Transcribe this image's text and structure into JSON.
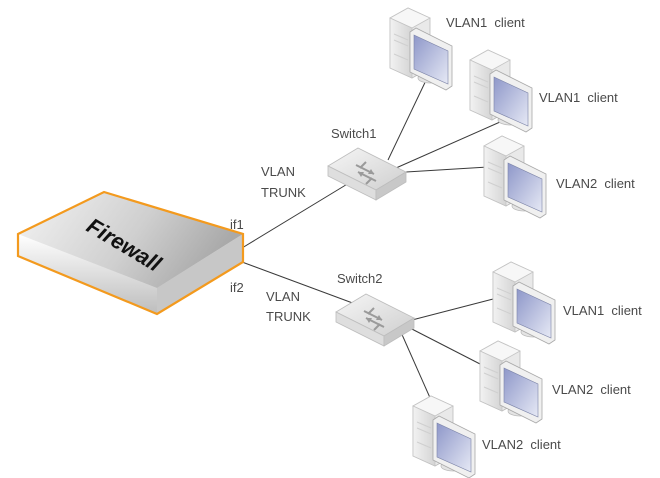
{
  "diagram": {
    "firewall": {
      "label": "Firewall",
      "accent_color": "#f39a1e",
      "interfaces": [
        "if1",
        "if2"
      ]
    },
    "trunks": [
      {
        "line1": "VLAN",
        "line2": "TRUNK",
        "interface": "if1",
        "switch": "Switch1"
      },
      {
        "line1": "VLAN",
        "line2": "TRUNK",
        "interface": "if2",
        "switch": "Switch2"
      }
    ],
    "switches": [
      {
        "label": "Switch1",
        "icon": "switch-icon"
      },
      {
        "label": "Switch2",
        "icon": "switch-icon"
      }
    ],
    "clients": [
      {
        "label": "VLAN1  client",
        "switch": "Switch1",
        "icon": "computer-icon"
      },
      {
        "label": "VLAN1  client",
        "switch": "Switch1",
        "icon": "computer-icon"
      },
      {
        "label": "VLAN2  client",
        "switch": "Switch1",
        "icon": "computer-icon"
      },
      {
        "label": "VLAN1  client",
        "switch": "Switch2",
        "icon": "computer-icon"
      },
      {
        "label": "VLAN2  client",
        "switch": "Switch2",
        "icon": "computer-icon"
      },
      {
        "label": "VLAN2  client",
        "switch": "Switch2",
        "icon": "computer-icon"
      }
    ]
  }
}
